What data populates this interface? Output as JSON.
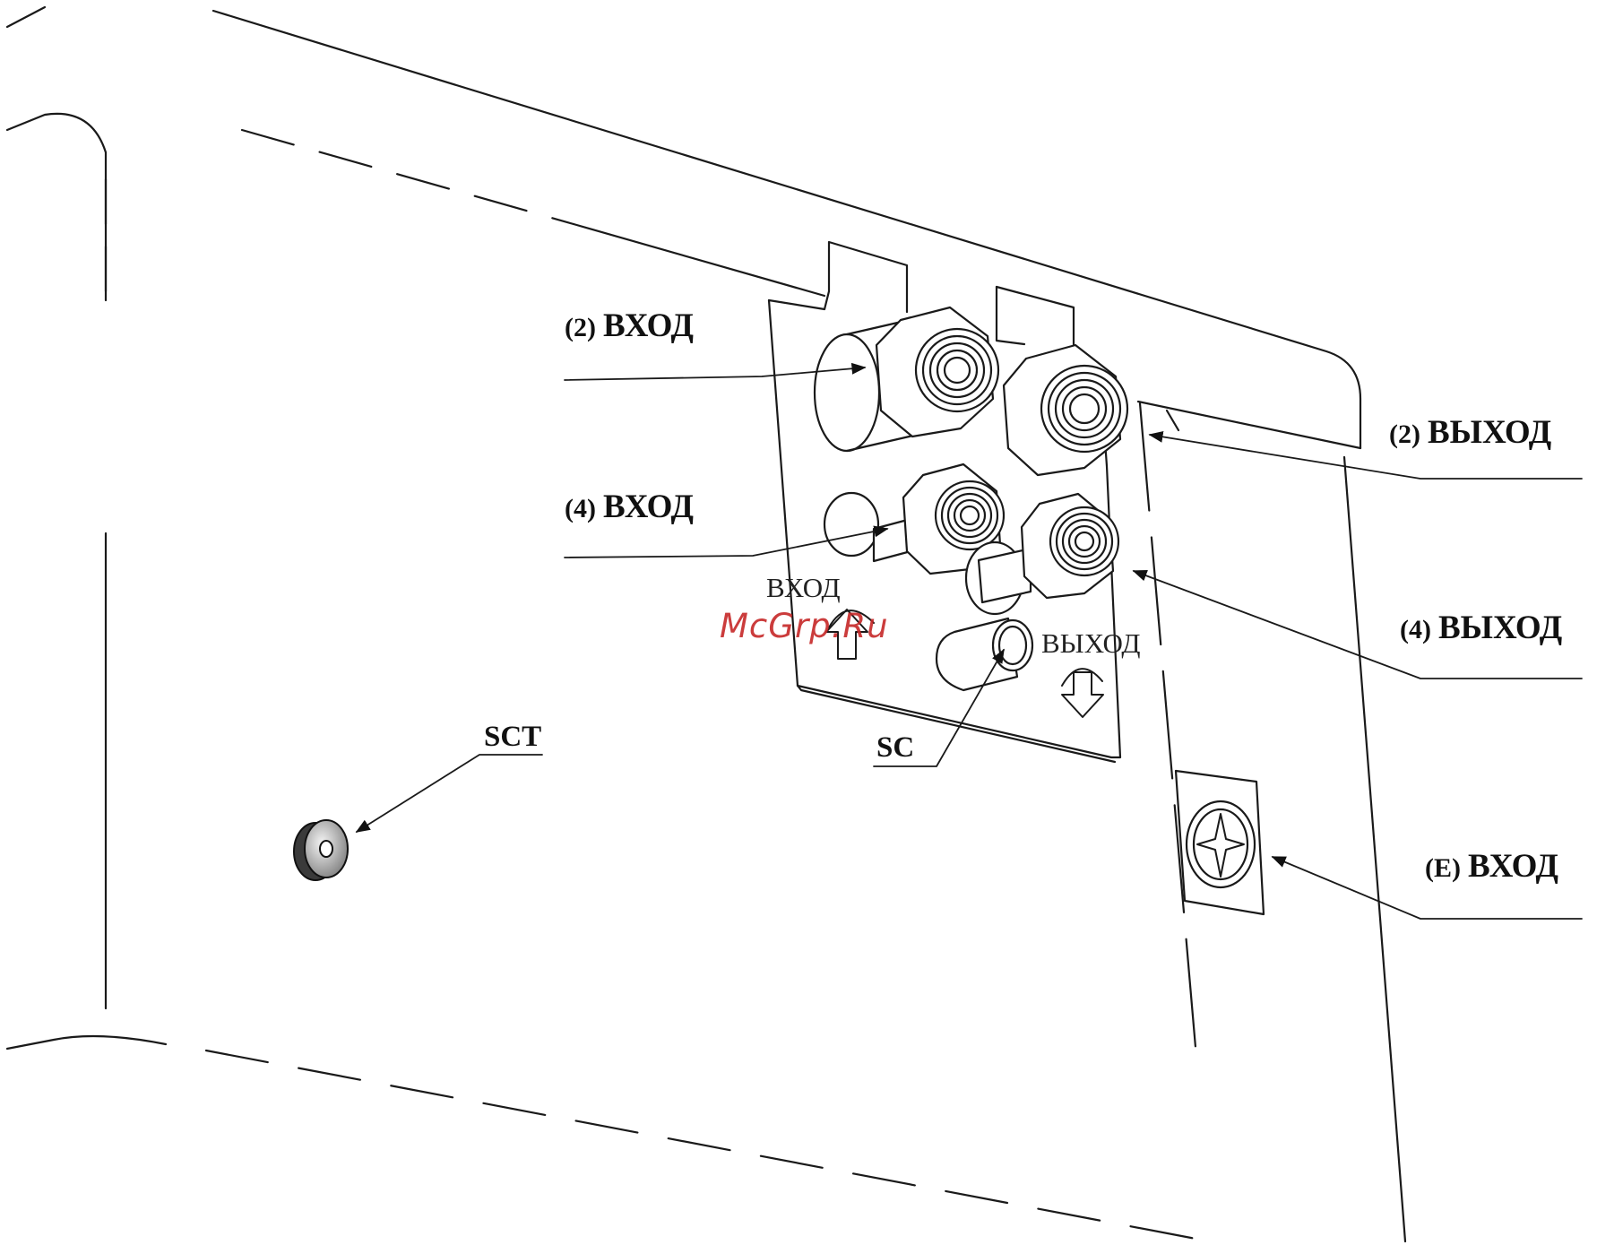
{
  "labels": {
    "in2": {
      "num": "(2)",
      "word": "ВХОД"
    },
    "in4": {
      "num": "(4)",
      "word": "ВХОД"
    },
    "out2": {
      "num": "(2)",
      "word": "ВЫХОД"
    },
    "out4": {
      "num": "(4)",
      "word": "ВЫХОД"
    },
    "inE": {
      "num": "(E)",
      "word": "ВХОД"
    },
    "sct": "SCT",
    "sc": "SC"
  },
  "plate_text": {
    "vhod": "ВХОД",
    "vyhod": "ВЫХОД"
  },
  "watermark": "McGrp.Ru",
  "colors": {
    "line": "#1a1a1a",
    "watermark": "#c62828"
  },
  "icons": [
    "arrow-up-icon",
    "arrow-down-icon",
    "ground-star-icon",
    "knurled-knob-icon"
  ]
}
